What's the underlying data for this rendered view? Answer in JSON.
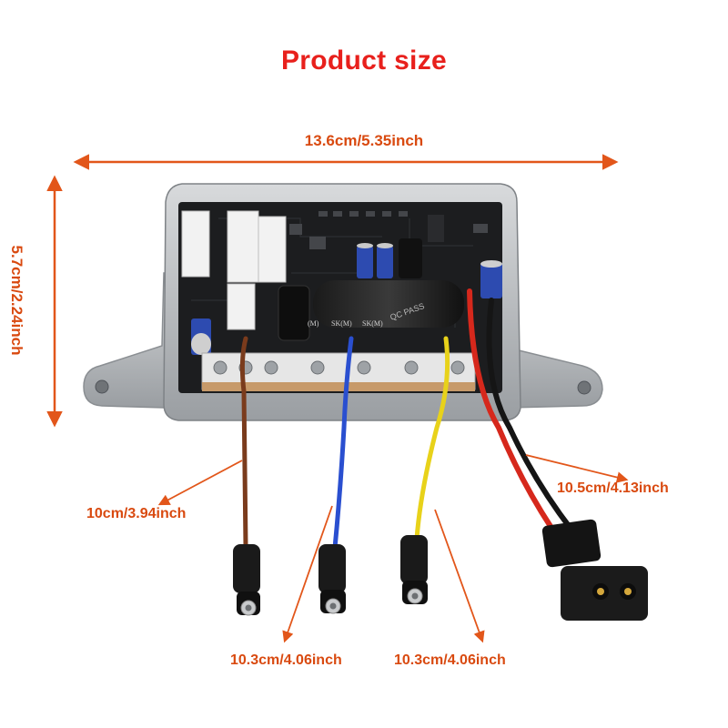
{
  "title": {
    "text": "Product size",
    "color": "#e8201c"
  },
  "dimensions": {
    "length": "13.6cm/5.35inch",
    "height": "5.7cm/2.24inch",
    "brown_wire": "10cm/3.94inch",
    "blue_wire": "10.3cm/4.06inch",
    "yellow_wire": "10.3cm/4.06inch",
    "power_wire": "10.5cm/4.13inch"
  },
  "colors": {
    "accent_orange": "#e2561a",
    "brown_wire": "#7a3b1c",
    "blue_wire": "#2a4fd0",
    "yellow_wire": "#e8d21a",
    "red_wire": "#d6281c",
    "black_wire": "#151515",
    "housing": "#c4c7ca"
  },
  "board_markings": {
    "capacitor_label": "QC PASS",
    "terminal_labels": [
      "SK(M)",
      "SK(M)",
      "(M)"
    ]
  }
}
